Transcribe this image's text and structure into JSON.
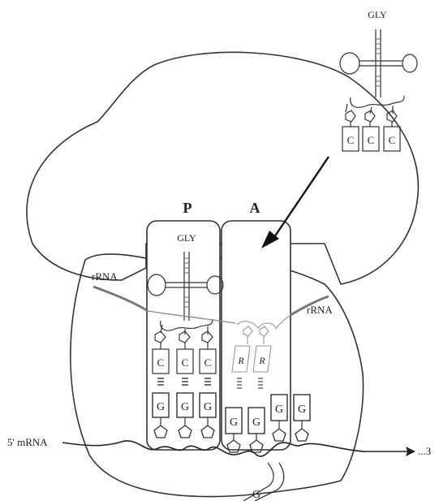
{
  "labels": {
    "site_p": "P",
    "site_a": "A",
    "gly_top": "GLY",
    "gly_p": "GLY",
    "rrna_left": "rRNA",
    "rrna_right": "rRNA",
    "mrna_5": "5' mRNA",
    "mrna_3": "...3"
  },
  "incoming_trna": {
    "anticodon": [
      "C",
      "C",
      "C"
    ]
  },
  "p_site_trna": {
    "anticodon": [
      "C",
      "C",
      "C"
    ],
    "codon": [
      "G",
      "G",
      "G"
    ]
  },
  "a_site": {
    "anticodon": [
      "R",
      "R"
    ],
    "codon": [
      "G",
      "G"
    ]
  },
  "exit_codon": [
    "G"
  ],
  "downstream_codon": [
    "G"
  ],
  "exit_strand_label": "G",
  "colors": {
    "outline": "#333333",
    "rrna": "#777777",
    "faint": "#9a9a9a"
  }
}
